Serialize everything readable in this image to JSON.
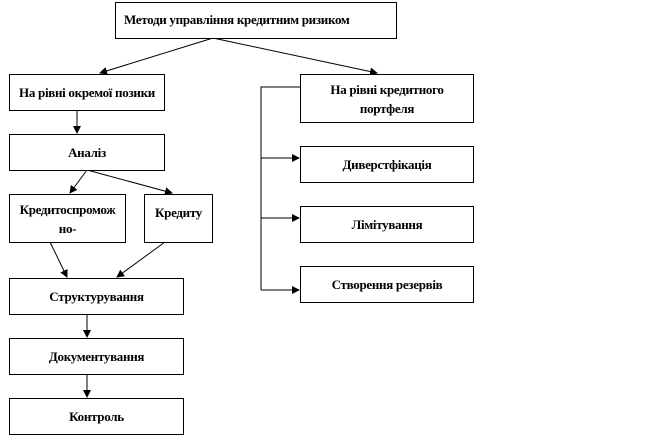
{
  "title": "Методи управління кредитним ризиком",
  "left_branch": {
    "label": "На рівні окремої позики",
    "analysis": "Аналіз",
    "creditworthiness": "Кредитоспроможно-",
    "credit": "Кредиту",
    "structuring": "Структурування",
    "documentation": "Документування",
    "control": "Контроль"
  },
  "right_branch": {
    "label": "На рівні кредитного\nпортфеля",
    "diversification": "Диверстфікація",
    "limiting": "Лімітування",
    "reserves": "Створення резервів"
  }
}
